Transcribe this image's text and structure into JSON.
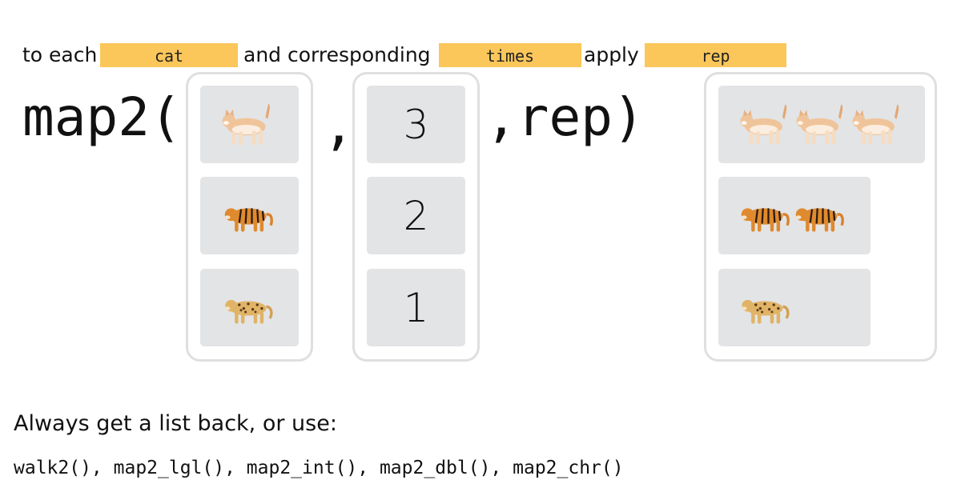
{
  "sentence": {
    "part1": "to each",
    "tag1": "cat",
    "part2": "and corresponding",
    "tag2": "times",
    "part3": "apply",
    "tag3": "rep"
  },
  "code": {
    "open": "map2(",
    "comma": ",",
    "close": ",rep)"
  },
  "colors": {
    "tag": "#fbc65a",
    "cell": "#e3e4e6",
    "border": "#dedfe1"
  },
  "inputs": {
    "animals": [
      "cat-icon",
      "tiger-icon",
      "leopard-icon"
    ],
    "times": [
      "3",
      "2",
      "1"
    ]
  },
  "outputs": [
    {
      "animal": "cat-icon",
      "count": 3
    },
    {
      "animal": "tiger-icon",
      "count": 2
    },
    {
      "animal": "leopard-icon",
      "count": 1
    }
  ],
  "footer": {
    "heading": "Always get a list back, or use:",
    "functions": "walk2(), map2_lgl(), map2_int(), map2_dbl(), map2_chr()"
  }
}
